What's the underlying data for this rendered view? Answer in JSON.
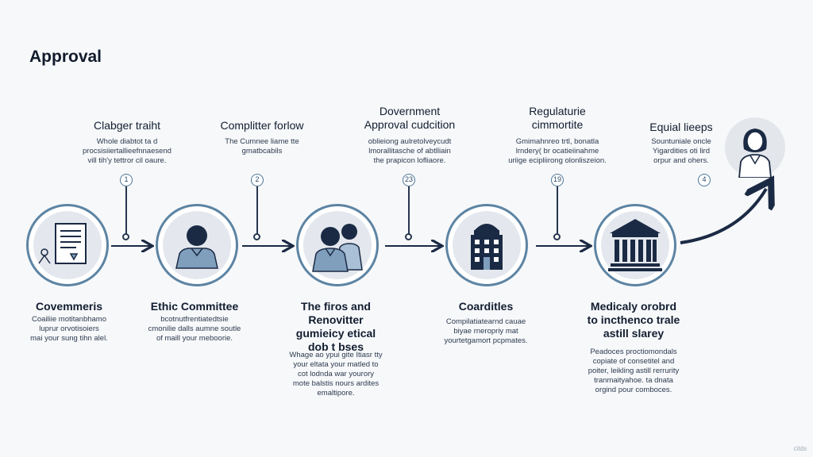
{
  "title": "Approval",
  "colors": {
    "navy": "#1b2a44",
    "steel_blue": "#5d84a3",
    "icon_fill": "#7f9fbd",
    "background": "#f6f8fa"
  },
  "steps": [
    {
      "badge": "1",
      "top_title": [
        "Clabger traiht"
      ],
      "top_desc": [
        "Whole diabtot ta d",
        "procsisiiertallieefnnaesend",
        "vill tih'y tettror cil oaure."
      ],
      "bottom_title": [
        "Covemmeris"
      ],
      "bottom_desc": [
        "Coailiie motitanbhamo",
        "luprur orvotisoiers",
        "mai your sung tihn alel."
      ],
      "icon": "document-icon"
    },
    {
      "badge": "2",
      "top_title": [
        "Complitter forlow"
      ],
      "top_desc": [
        "The Cumnee liame tte",
        "gmatbcabils"
      ],
      "bottom_title": [
        "Ethic Committee"
      ],
      "bottom_desc": [
        "bcotnutfrentiatedtsie",
        "cmonilie dalls aumne soutle",
        "of maill your meboorie."
      ],
      "icon": "person-icon"
    },
    {
      "badge": "23",
      "top_title": [
        "Dovernment",
        "Approval cudcition"
      ],
      "top_desc": [
        "oblieiong aulretolveycudt",
        "lmorallitasche of abtlliain",
        "the prapicon lofliaore."
      ],
      "bottom_title": [
        "The firos and",
        "Renovitter",
        "gumieicy etical",
        "dob t bses"
      ],
      "bottom_desc": [
        "Whage ao ypui gite Itiasr tty",
        "your eltata your matled to",
        "cot lodnda war yourory",
        "mote balstis nours ardites",
        "emaltipore."
      ],
      "icon": "group-icon"
    },
    {
      "badge": "19",
      "top_title": [
        "Regulaturie",
        "cimmortite"
      ],
      "top_desc": [
        "Gmimahnreo trtl, bonatla",
        "lrndery( br ocatieiinahme",
        "uriige ecipliirong olonliszeion."
      ],
      "bottom_title": [
        "Coarditles"
      ],
      "bottom_desc": [
        "Compilatiatearnd cauae",
        "biyae rneropriy mat",
        "yourtetgamort pcpmates."
      ],
      "icon": "building-icon"
    },
    {
      "badge": "4",
      "top_title": [
        "Equial lieeps"
      ],
      "top_desc": [
        "Sountuniale oncle",
        "Yigardities oti lird",
        "orpur and ohers."
      ],
      "bottom_title": [
        "Medicaly orobrd",
        "to incthenco trale",
        "astill slarey"
      ],
      "bottom_desc": [
        "Peadoces proctiomondals",
        "copiate of consetitel and",
        "poiter, leikling astill rerrurity",
        "tranmaityahoe. ta dnata",
        "orgind pour comboces."
      ],
      "icon": "institution-icon"
    }
  ],
  "watermark": "citds"
}
